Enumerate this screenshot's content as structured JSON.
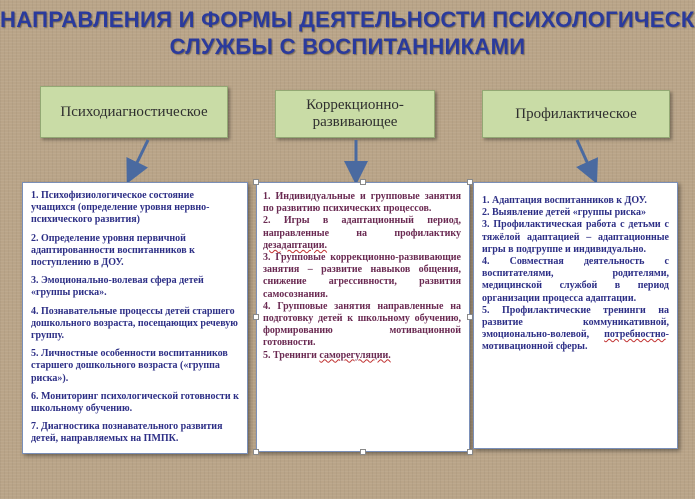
{
  "title": {
    "line1": "НАПРАВЛЕНИЯ И ФОРМЫ ДЕЯТЕЛЬНОСТИ ПСИХОЛОГИЧЕСКОЙ",
    "line2": "СЛУЖБЫ С ВОСПИТАННИКАМИ"
  },
  "headers": [
    "Психодиагностическое",
    "Коррекционно-развивающее",
    "Профилактическое"
  ],
  "col1": [
    "1. Психофизиологическое состояние учащихся (определение уровня нервно-психического развития)",
    "2. Определение уровня первичной адаптированности воспитанников к поступлению в ДОУ.",
    "3. Эмоционально-волевая сфера детей «группы риска».",
    "4. Познавательные процессы детей старшего дошкольного возраста, посещающих речевую группу.",
    "5. Личностные особенности воспитанников старшего дошкольного возраста («группа риска»).",
    "6. Мониторинг психологической готовности к школьному обучению.",
    "7. Диагностика познавательного развития детей, направляемых на ПМПК."
  ],
  "col2": {
    "items": [
      "1. Индивидуальные и групповые занятия по развитию психических процессов.",
      "2. Игры в адаптационный период, направленные на профилактику",
      "3. Групповые коррекционно-развивающие занятия – развитие навыков общения, снижение агрессивности, развития самосознания.",
      "4. Групповые занятия направленные на подготовку детей к школьному обучению, формированию мотивационной готовности.",
      "5. Тренинги"
    ],
    "item2_tail": "дезадаптации.",
    "item5_tail": "саморегуляции."
  },
  "col3": {
    "items": [
      "1. Адаптация воспитанников к ДОУ.",
      "2. Выявление детей «группы риска»",
      "3. Профилактическая работа с детьми с тяжёлой адаптацией – адаптационные игры в подгруппе и индивидуально.",
      "4. Совместная деятельность с воспитателями, родителями, медицинской службой в период организации процесса адаптации.",
      "5. Профилактические тренинги на развитие коммуникативной, эмоционально-волевой,"
    ],
    "item5_tail_underlined": "потребностно",
    "item5_tail_rest": "-мотивационной сферы."
  },
  "colors": {
    "title": "#2a3a9c",
    "header_fill": "#c9dca6",
    "arrow": "#4a6aa0",
    "col_text_blue": "#2d2f86",
    "col_text_purple": "#6a2a52"
  }
}
